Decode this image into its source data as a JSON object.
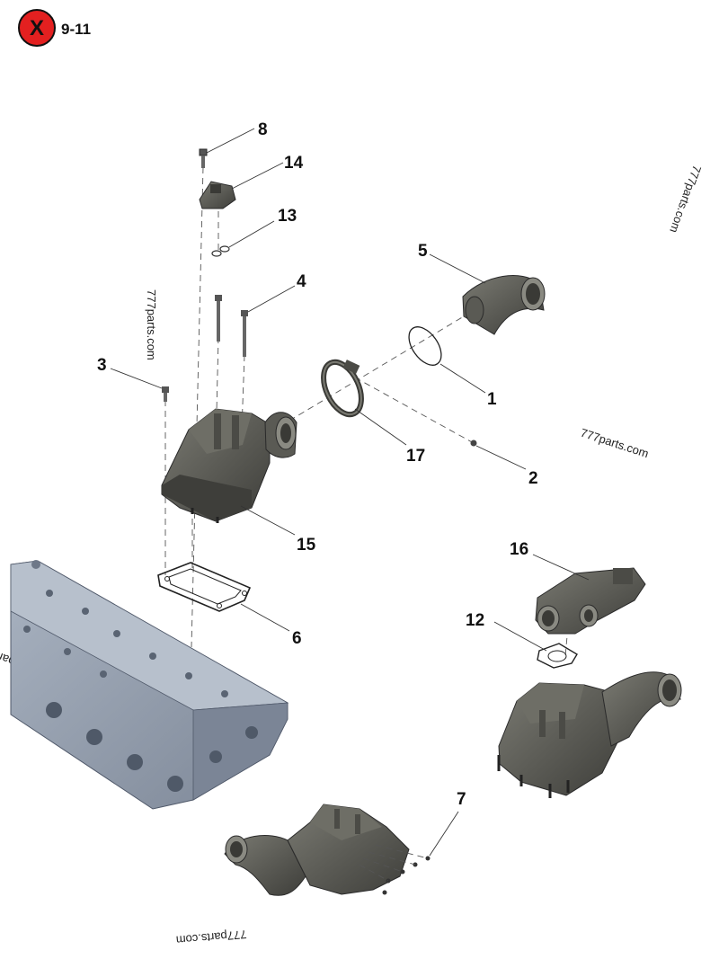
{
  "header": {
    "code": "9-11",
    "close_glyph": "X",
    "close_color": "#e32020"
  },
  "watermark": "777parts.com",
  "callouts": [
    "8",
    "14",
    "13",
    "5",
    "4",
    "3",
    "1",
    "17",
    "2",
    "15",
    "16",
    "12",
    "6",
    "7"
  ],
  "colors": {
    "part_dark": "#4b4b46",
    "part_mid": "#66665f",
    "part_light": "#8a8a82",
    "block": "#8f99a8",
    "block_light": "#b3bcc8"
  }
}
